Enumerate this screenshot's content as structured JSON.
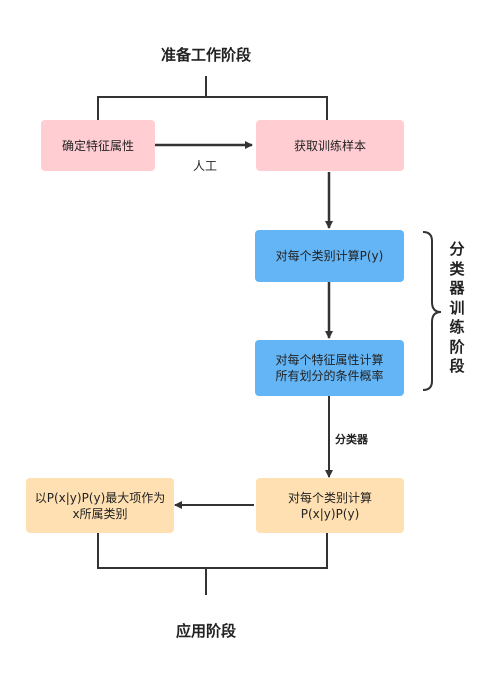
{
  "stages": {
    "prep": "准备工作阶段",
    "app": "应用阶段",
    "train": "分类器训练阶段"
  },
  "boxes": {
    "determine_attr": "确定特征属性",
    "get_samples": "获取训练样本",
    "calc_py": "对每个类别计算P(y)",
    "calc_cond": "对每个特征属性计算所有划分的条件概率",
    "calc_pxy": "对每个类别计算P(x|y)P(y)",
    "max_item": "以P(x|y)P(y)最大项作为x所属类别"
  },
  "edge_labels": {
    "manual": "人工",
    "classifier": "分类器"
  },
  "colors": {
    "prep_box": "#ffcdd2",
    "train_box": "#64b5f6",
    "app_box": "#ffe0b2",
    "line": "#333333"
  }
}
